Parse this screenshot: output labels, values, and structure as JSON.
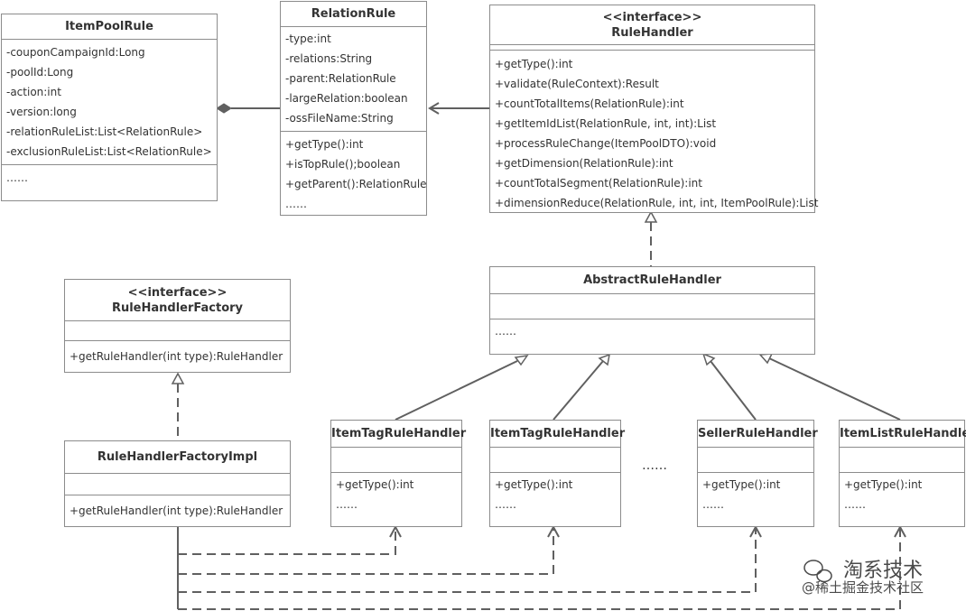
{
  "classes": {
    "item_pool_rule": {
      "name": "ItemPoolRule",
      "attributes": [
        "-couponCampaignId:Long",
        "-poolId:Long",
        "-action:int",
        "-version:long",
        "-relationRuleList:List<RelationRule>",
        "-exclusionRuleList:List<RelationRule>"
      ],
      "methods": [
        "……"
      ]
    },
    "relation_rule": {
      "name": "RelationRule",
      "attributes": [
        "-type:int",
        "-relations:String",
        "-parent:RelationRule",
        "-largeRelation:boolean",
        "-ossFileName:String"
      ],
      "methods": [
        "+getType():int",
        "+isTopRule();boolean",
        "+getParent():RelationRule",
        "……"
      ]
    },
    "rule_handler": {
      "stereotype": "<<interface>>",
      "name": "RuleHandler",
      "methods": [
        "+getType():int",
        "+validate(RuleContext):Result",
        "+countTotalItems(RelationRule):int",
        "+getItemIdList(RelationRule, int, int):List",
        "+processRuleChange(ItemPoolDTO):void",
        "+getDimension(RelationRule):int",
        "+countTotalSegment(RelationRule):int",
        "+dimensionReduce(RelationRule, int, int, ItemPoolRule):List"
      ]
    },
    "abstract_rule_handler": {
      "name": "AbstractRuleHandler",
      "methods": [
        "……"
      ]
    },
    "rule_handler_factory": {
      "stereotype": "<<interface>>",
      "name": "RuleHandlerFactory",
      "methods": [
        "+getRuleHandler(int type):RuleHandler"
      ]
    },
    "rule_handler_factory_impl": {
      "name": "RuleHandlerFactoryImpl",
      "methods": [
        "+getRuleHandler(int type):RuleHandler"
      ]
    },
    "item_tag_rule_handler_1": {
      "name": "ItemTagRuleHandler",
      "methods": [
        "+getType():int",
        "……"
      ]
    },
    "item_tag_rule_handler_2": {
      "name": "ItemTagRuleHandler",
      "methods": [
        "+getType():int",
        "……"
      ]
    },
    "seller_rule_handler": {
      "name": "SellerRuleHandler",
      "methods": [
        "+getType():int",
        "……"
      ]
    },
    "item_list_rule_handler": {
      "name": "ItemListRuleHandler",
      "methods": [
        "+getType():int",
        "……"
      ]
    }
  },
  "ellipsis": "……",
  "watermark": {
    "line1": "淘系技术",
    "line2": "@稀土掘金技术社区"
  },
  "colors": {
    "line": "#606060",
    "border": "#8c8c8c",
    "text": "#333333"
  }
}
